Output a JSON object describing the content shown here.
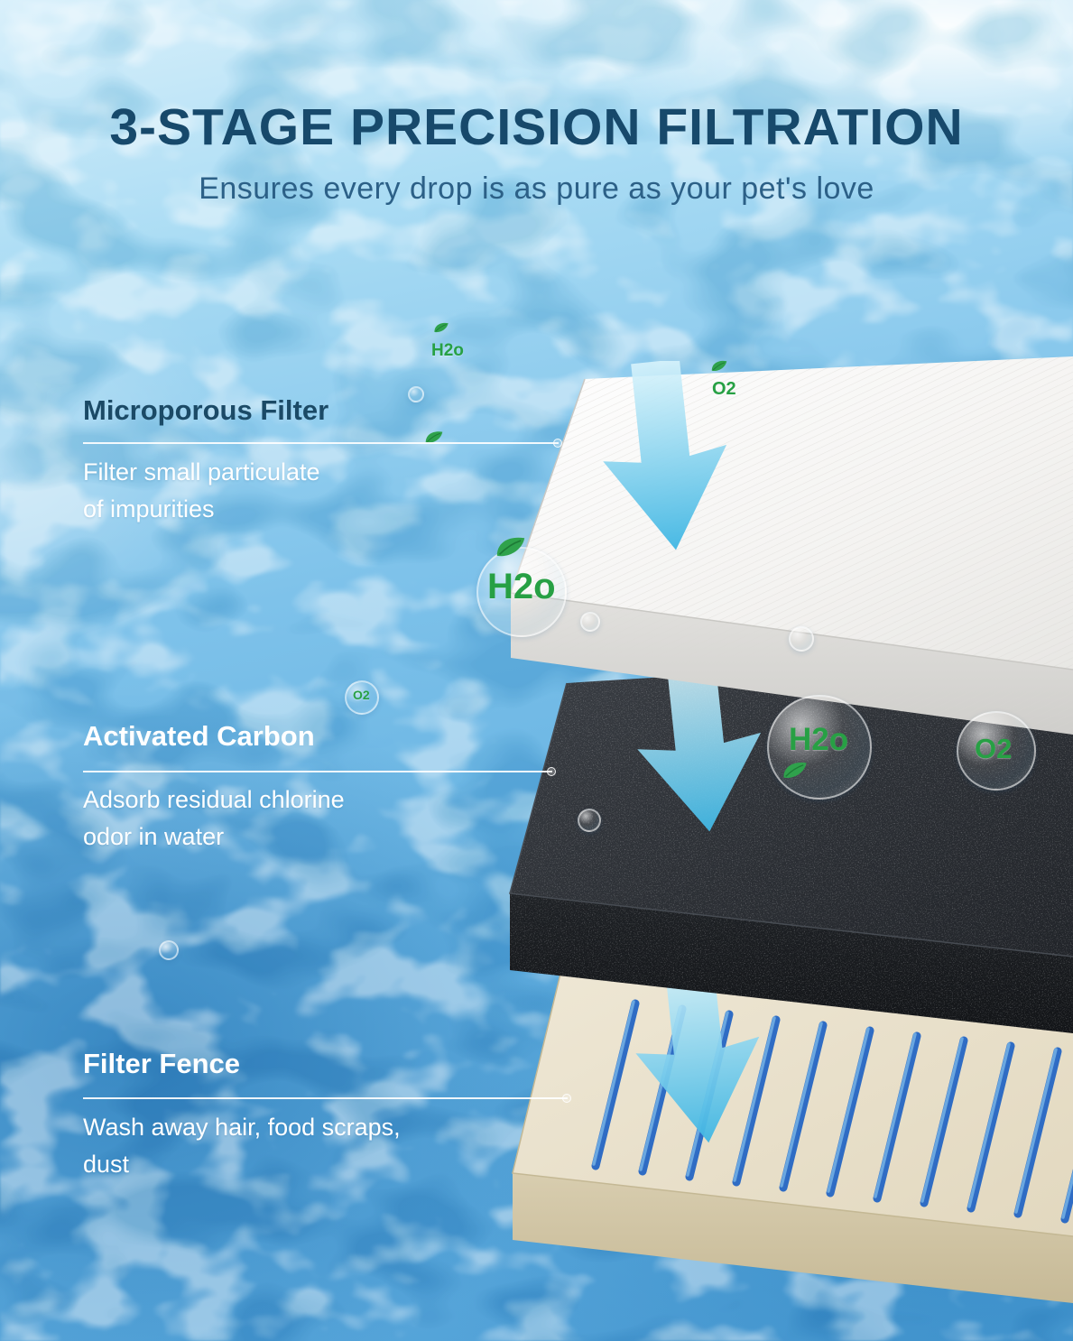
{
  "header": {
    "title": "3-STAGE PRECISION FILTRATION",
    "subtitle": "Ensures every drop is as pure as your pet's love"
  },
  "stages": [
    {
      "name": "Microporous Filter",
      "description": "Filter small particulate\nof impurities"
    },
    {
      "name": "Activated Carbon",
      "description": "Adsorb residual chlorine\nodor in water"
    },
    {
      "name": "Filter Fence",
      "description": "Wash away hair, food scraps,\ndust"
    }
  ],
  "molecules": {
    "h2o": "H2o",
    "o2": "O2"
  },
  "icons": {
    "leaf": "green leaf (svg shape)",
    "down_arrow": "cyan downward arrow (svg polygon)",
    "bubble": "translucent water bubble (css circle)"
  },
  "colors": {
    "title_navy": "#17496B",
    "subtitle_blue": "#2C6087",
    "label_white": "#FFFFFF",
    "leaf_green": "#27A044",
    "arrow_cyan": "#4FBDE6",
    "microporous_white": "#F4F3F1",
    "carbon_black": "#26292E",
    "fence_cream": "#ECE4D0",
    "fence_slot_blue": "#2F6CC4",
    "water_blue": "#64B1E1"
  }
}
